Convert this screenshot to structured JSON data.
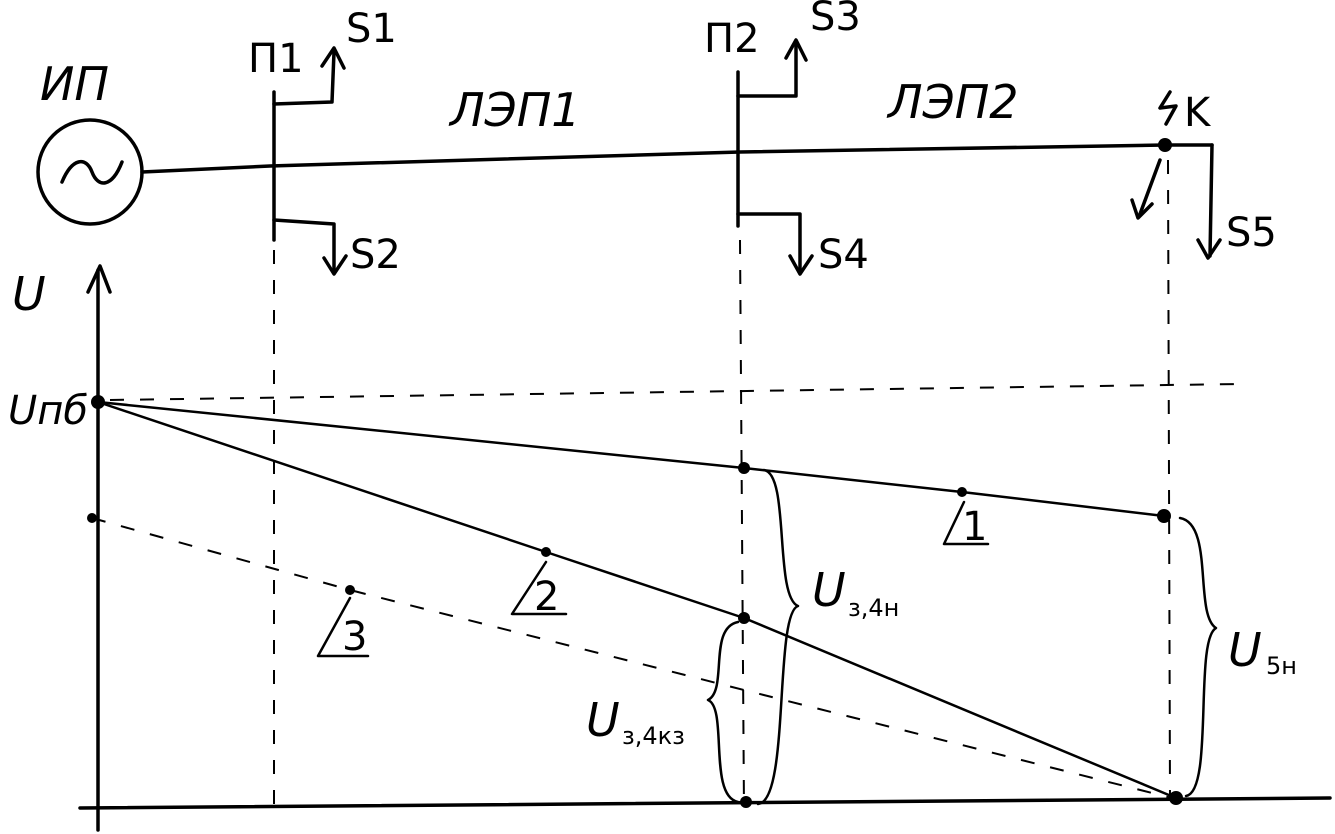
{
  "source": {
    "label": "ИП"
  },
  "nodes": [
    {
      "id": "p1",
      "label": "П1"
    },
    {
      "id": "p2",
      "label": "П2"
    }
  ],
  "loads": {
    "s1": "S1",
    "s2": "S2",
    "s3": "S3",
    "s4": "S4",
    "s5": "S5"
  },
  "lines": {
    "line1": "ЛЭП1",
    "line2": "ЛЭП2"
  },
  "fault": {
    "label": "K"
  },
  "axis": {
    "y_label": "U",
    "y_value_label": "Uпб"
  },
  "curves": [
    {
      "id": "1",
      "label": "1"
    },
    {
      "id": "2",
      "label": "2"
    },
    {
      "id": "3",
      "label": "3"
    }
  ],
  "annotations": {
    "u34n_main": "U",
    "u34n_sub": "з,4н",
    "u34kz_main": "U",
    "u34kz_sub": "з,4кз",
    "u5n_main": "U",
    "u5n_sub": "5н"
  }
}
